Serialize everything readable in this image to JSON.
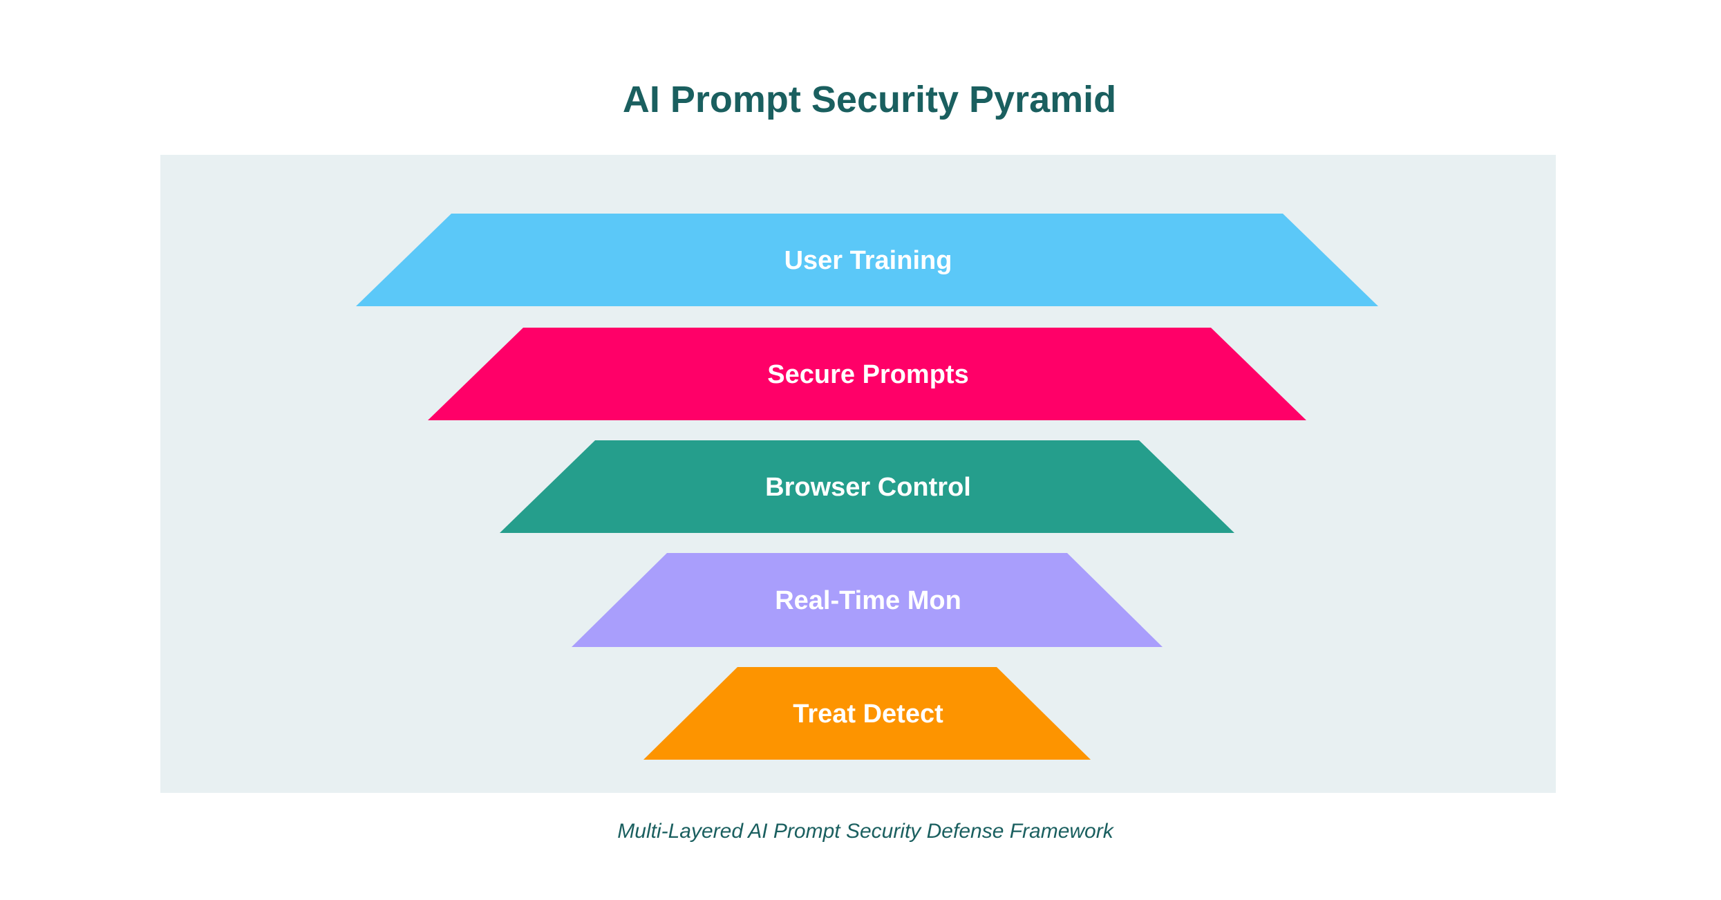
{
  "title": "AI Prompt Security Pyramid",
  "subtitle": "Multi-Layered AI Prompt Security Defense Framework",
  "colors": {
    "title": "#1a5f5f",
    "panel": "#e8f0f2",
    "label": "#ffffff"
  },
  "layers": [
    {
      "label": "User Training",
      "color": "#5bc8f8"
    },
    {
      "label": "Secure Prompts",
      "color": "#ff0068"
    },
    {
      "label": "Browser Control",
      "color": "#259e8c"
    },
    {
      "label": "Real-Time Mon",
      "color": "#a99efc"
    },
    {
      "label": "Treat Detect",
      "color": "#fd9400"
    }
  ]
}
